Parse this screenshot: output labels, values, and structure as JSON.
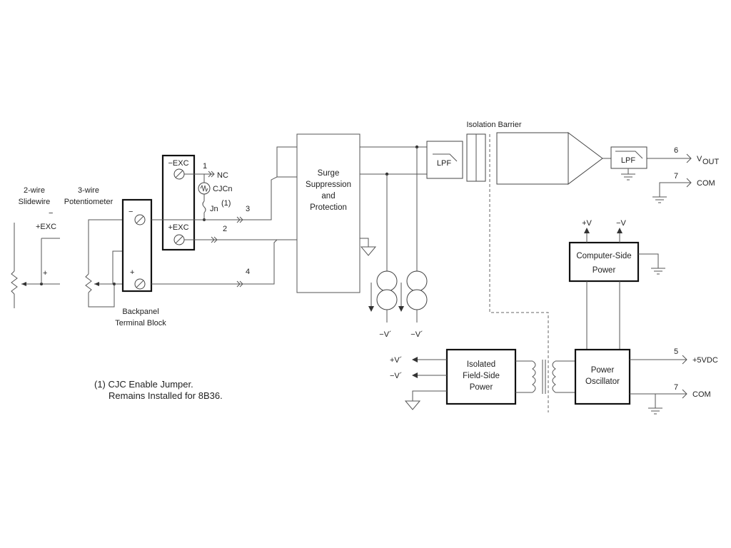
{
  "labels": {
    "two_wire": [
      "2-wire",
      "Slidewire"
    ],
    "three_wire": [
      "3-wire",
      "Potentiometer"
    ],
    "plus_exc_left": "+EXC",
    "minus_left": "−",
    "plus_left": "+",
    "backpanel": [
      "Backpanel",
      "Terminal Block"
    ],
    "neg_exc": "−EXC",
    "pos_exc": "+EXC",
    "term_minus": "−",
    "term_plus": "+",
    "pin_1": "1",
    "nc": "NC",
    "cjcn": "CJCn",
    "jn": "Jn",
    "jn_sup": "(1)",
    "pin_3": "3",
    "pin_2": "2",
    "pin_4": "4",
    "surge": [
      "Surge",
      "Suppression",
      "and",
      "Protection"
    ],
    "lpf_1": "LPF",
    "isolation_barrier": "Isolation Barrier",
    "lpf_2": "LPF",
    "pin_6": "6",
    "vout_v": "V",
    "vout_sub": "OUT",
    "pin_7a": "7",
    "com_a": "COM",
    "neg_v_prime_1": "−V´",
    "neg_v_prime_2": "−V´",
    "plus_v": "+V",
    "minus_v": "−V",
    "computer_side": [
      "Computer-Side",
      "Power"
    ],
    "plus_v_prime": "+V´",
    "minus_v_prime": "−V´",
    "isolated_field": [
      "Isolated",
      "Field-Side",
      "Power"
    ],
    "power_osc": [
      "Power",
      "Oscillator"
    ],
    "pin_5": "5",
    "plus_5vdc": "+5VDC",
    "pin_7b": "7",
    "com_b": "COM",
    "note": [
      "(1) CJC Enable Jumper.",
      "Remains Installed for 8B36."
    ]
  }
}
